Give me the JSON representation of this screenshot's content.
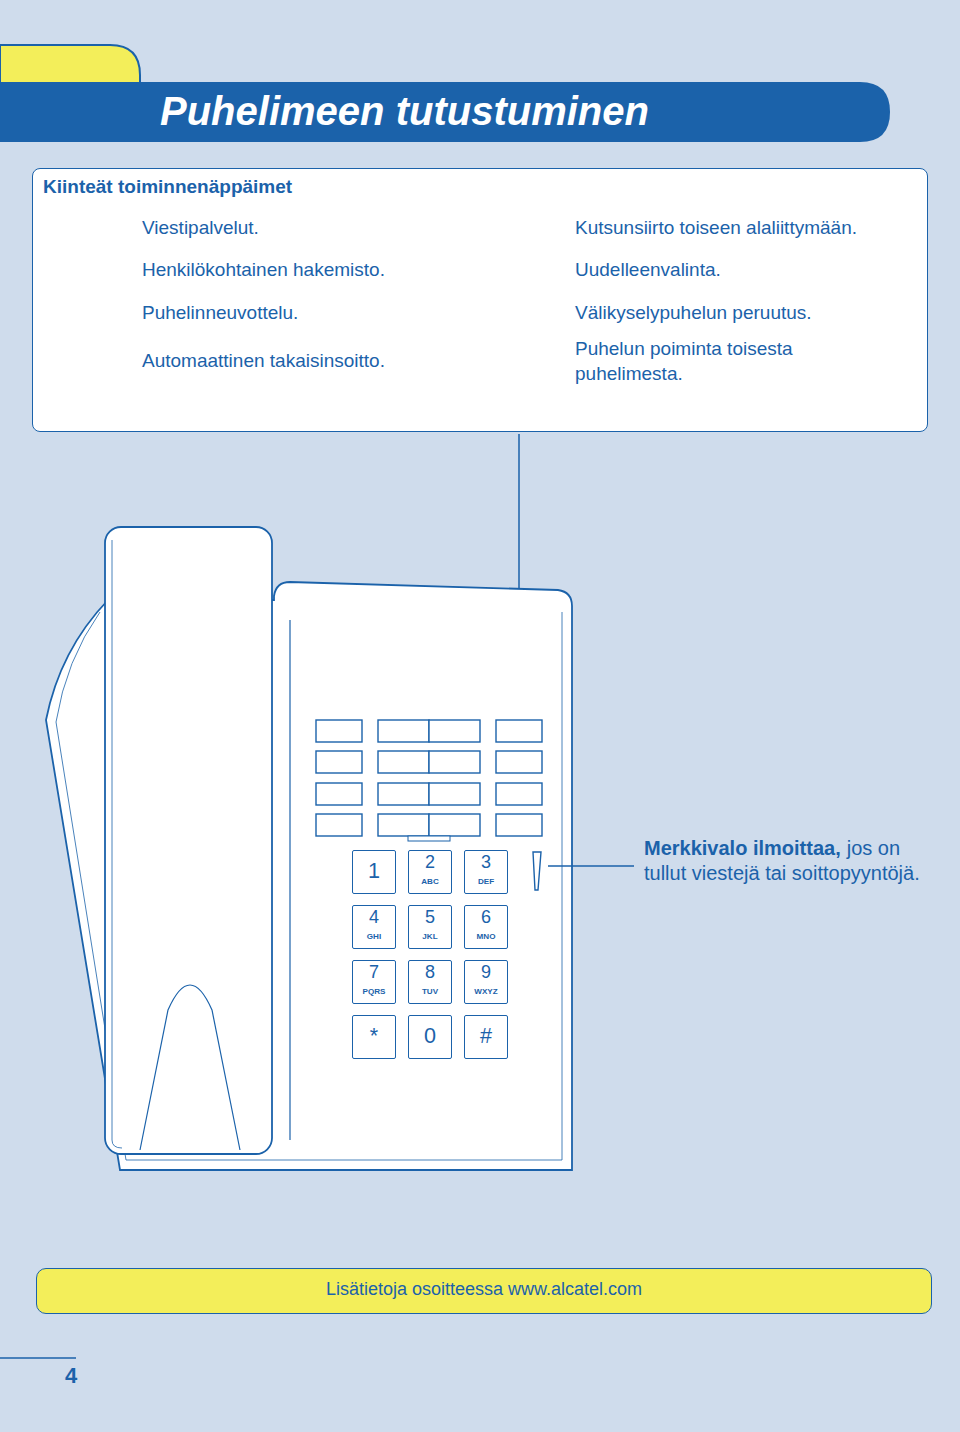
{
  "diagram": {
    "title": "Puhelimeen tutustuminen",
    "nodes": [
      {
        "text": [
          "Kiinteät toiminnenäppäimet",
          "Viestipalvelut.",
          "Henkilökohtainen hakemisto.",
          "Puhelinneuvottelu.",
          "Automaattinen takaisinsoitto.",
          "Kutsunsiirto toiseen alaliittymään.",
          "Uudelleenvalinta.",
          "Välikyselypuhelun peruutus.",
          "Puhelun poiminta toisesta puhelimesta."
        ]
      },
      {
        "text": [
          "1"
        ]
      },
      {
        "text": [
          "2",
          "ABC"
        ]
      },
      {
        "text": [
          "3",
          "DEF"
        ]
      },
      {
        "text": [
          "4",
          "GHI"
        ]
      },
      {
        "text": [
          "5",
          "JKL"
        ]
      },
      {
        "text": [
          "6",
          "MNO"
        ]
      },
      {
        "text": [
          "7",
          "PQRS"
        ]
      },
      {
        "text": [
          "8",
          "TUV"
        ]
      },
      {
        "text": [
          "9",
          "WXYZ"
        ]
      },
      {
        "text": [
          "*"
        ]
      },
      {
        "text": [
          "0"
        ]
      },
      {
        "text": [
          "#"
        ]
      },
      {
        "text": [
          "Lisätietoja osoitteessa www.alcatel.com"
        ]
      }
    ],
    "labels": [
      "Merkkivalo ilmoittaa,",
      "jos on tullut viestejä tai soittopyyntöjä.",
      "4"
    ]
  }
}
